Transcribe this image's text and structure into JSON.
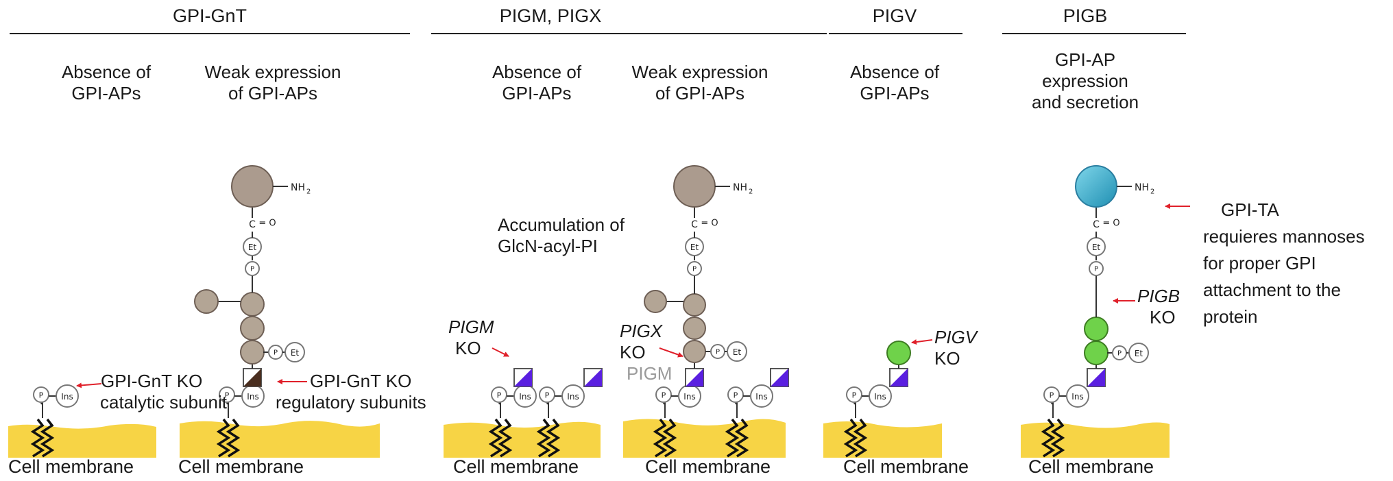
{
  "headers": {
    "gpi_gnt": "GPI-GnT",
    "pigm_pigx": "PIGM, PIGX",
    "pigv": "PIGV",
    "pigb": "PIGB"
  },
  "subheaders": {
    "absence": [
      "Absence of",
      "GPI-APs"
    ],
    "weak": [
      "Weak expression",
      "of GPI-APs"
    ],
    "expression": [
      "GPI-AP",
      "expression",
      "and secretion"
    ]
  },
  "annotations": {
    "gnt_catalytic": [
      "GPI-GnT KO",
      "catalytic subunit"
    ],
    "gnt_regulatory": [
      "GPI-GnT KO",
      "regulatory subunits"
    ],
    "accumulation": [
      "Accumulation of",
      "GlcN-acyl-PI"
    ],
    "pigm_ko": [
      "PIGM",
      "KO"
    ],
    "pigx_ko": [
      "PIGX",
      "KO"
    ],
    "pigm_grey": "PIGM",
    "pigv_ko": [
      "PIGV",
      "KO"
    ],
    "pigb_ko": [
      "PIGB",
      "KO"
    ],
    "gpi_ta": [
      "GPI-TA",
      "requieres mannoses",
      "for proper GPI",
      "attachment to the",
      "protein"
    ]
  },
  "molecule_labels": {
    "nh2": "NH",
    "nh2_sub": "2",
    "carbonyl": "C=O",
    "et": "Et",
    "p": "P",
    "ins": "Ins"
  },
  "membrane_label": "Cell membrane",
  "colors": {
    "membrane": "#f7d445",
    "protein": "#ab9b8e",
    "protein_blue": "#38a9c9",
    "mannose": "#b3a595",
    "mannose_green": "#6fd24a",
    "glcn_purple": "#5a1fe0",
    "glcn_brown": "#4a2e1f",
    "arrow": "#e0202a"
  }
}
